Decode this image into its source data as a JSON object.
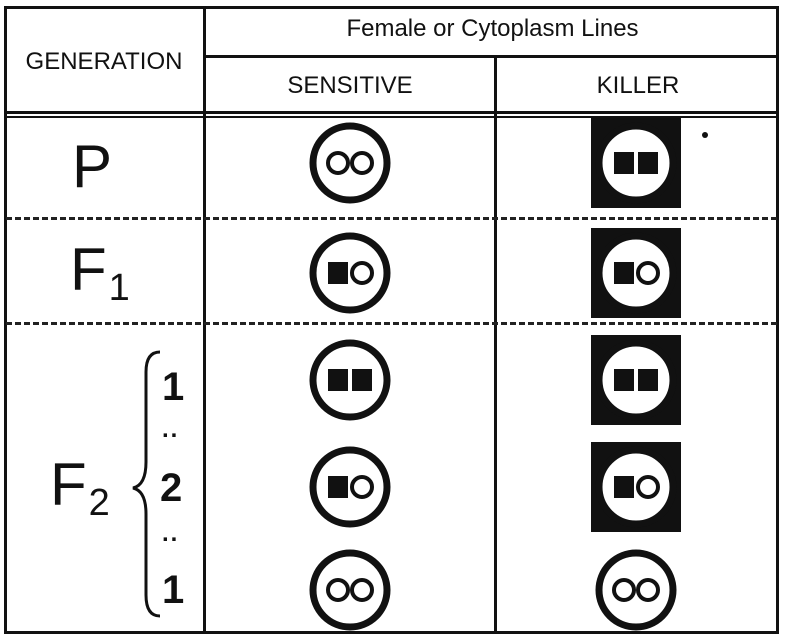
{
  "header": {
    "generation": "GENERATION",
    "lines_title": "Female or Cytoplasm Lines",
    "col_sensitive": "SENSITIVE",
    "col_killer": "KILLER"
  },
  "generations": {
    "p": {
      "label": "P",
      "sub": ""
    },
    "f1": {
      "label": "F",
      "sub": "1"
    },
    "f2": {
      "label": "F",
      "sub": "2"
    }
  },
  "ratio": {
    "a": "1",
    "b": "2",
    "c": "1",
    "sep": ".."
  },
  "cells": [
    {
      "row": "P",
      "column": "sensitive",
      "background": "white",
      "nuclei": [
        "round",
        "round"
      ]
    },
    {
      "row": "P",
      "column": "killer",
      "background": "black",
      "nuclei": [
        "square",
        "square"
      ]
    },
    {
      "row": "F1",
      "column": "sensitive",
      "background": "white",
      "nuclei": [
        "square",
        "round"
      ]
    },
    {
      "row": "F1",
      "column": "killer",
      "background": "black",
      "nuclei": [
        "square",
        "round"
      ]
    },
    {
      "row": "F2-1",
      "column": "sensitive",
      "background": "white",
      "nuclei": [
        "square",
        "square"
      ]
    },
    {
      "row": "F2-1",
      "column": "killer",
      "background": "black",
      "nuclei": [
        "square",
        "square"
      ]
    },
    {
      "row": "F2-2",
      "column": "sensitive",
      "background": "white",
      "nuclei": [
        "square",
        "round"
      ]
    },
    {
      "row": "F2-2",
      "column": "killer",
      "background": "black",
      "nuclei": [
        "square",
        "round"
      ]
    },
    {
      "row": "F2-3",
      "column": "sensitive",
      "background": "white",
      "nuclei": [
        "round",
        "round"
      ]
    },
    {
      "row": "F2-3",
      "column": "killer",
      "background": "white",
      "nuclei": [
        "round",
        "round"
      ]
    }
  ]
}
